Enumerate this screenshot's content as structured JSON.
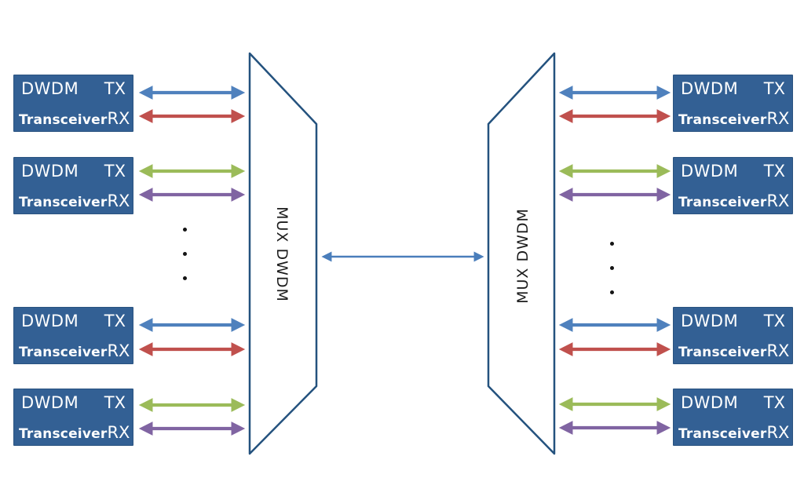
{
  "transceiver_box": {
    "line1_left": "DWDM",
    "line1_right": "TX",
    "line2_left": "Transceiver",
    "line2_right": "RX"
  },
  "mux": {
    "label": "MUX DWDM"
  },
  "structure": {
    "sides": 2,
    "transceivers_per_side": 4,
    "ellipsis_dots_per_side": 3,
    "rows": [
      {
        "tx_arrow": "blue",
        "rx_arrow": "red"
      },
      {
        "tx_arrow": "green",
        "rx_arrow": "purple"
      },
      {
        "tx_arrow": "blue",
        "rx_arrow": "red"
      },
      {
        "tx_arrow": "green",
        "rx_arrow": "purple"
      }
    ],
    "trunk_link_arrow": "blue"
  },
  "colors": {
    "box-fill": "#336094",
    "box-text": "#ffffff",
    "mux-stroke": "#24527e",
    "arrow-blue": "#4f81bd",
    "arrow-red": "#c0504d",
    "arrow-green": "#9bbb59",
    "arrow-purple": "#8064a2",
    "trunk-blue": "#4a7ebb",
    "dot": "#141414"
  }
}
